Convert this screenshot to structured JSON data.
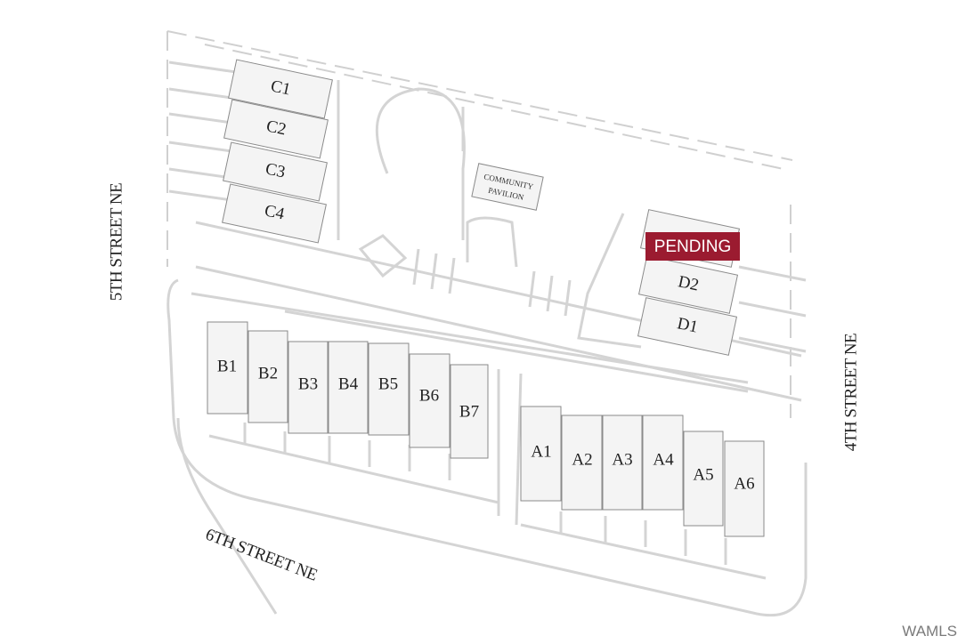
{
  "streets": {
    "fifth": "5TH STREET NE",
    "fourth": "4TH STREET NE",
    "sixth": "6TH STREET NE"
  },
  "amenity": {
    "line1": "COMMUNITY",
    "line2": "PAVILION"
  },
  "lots": {
    "C": [
      "C1",
      "C2",
      "C3",
      "C4"
    ],
    "D": [
      "PENDING",
      "D2",
      "D1"
    ],
    "B": [
      "B1",
      "B2",
      "B3",
      "B4",
      "B5",
      "B6",
      "B7"
    ],
    "A": [
      "A1",
      "A2",
      "A3",
      "A4",
      "A5",
      "A6"
    ]
  },
  "status": {
    "pending_label": "PENDING",
    "pending_color": "#9b1b30"
  },
  "watermark": "WAMLS"
}
